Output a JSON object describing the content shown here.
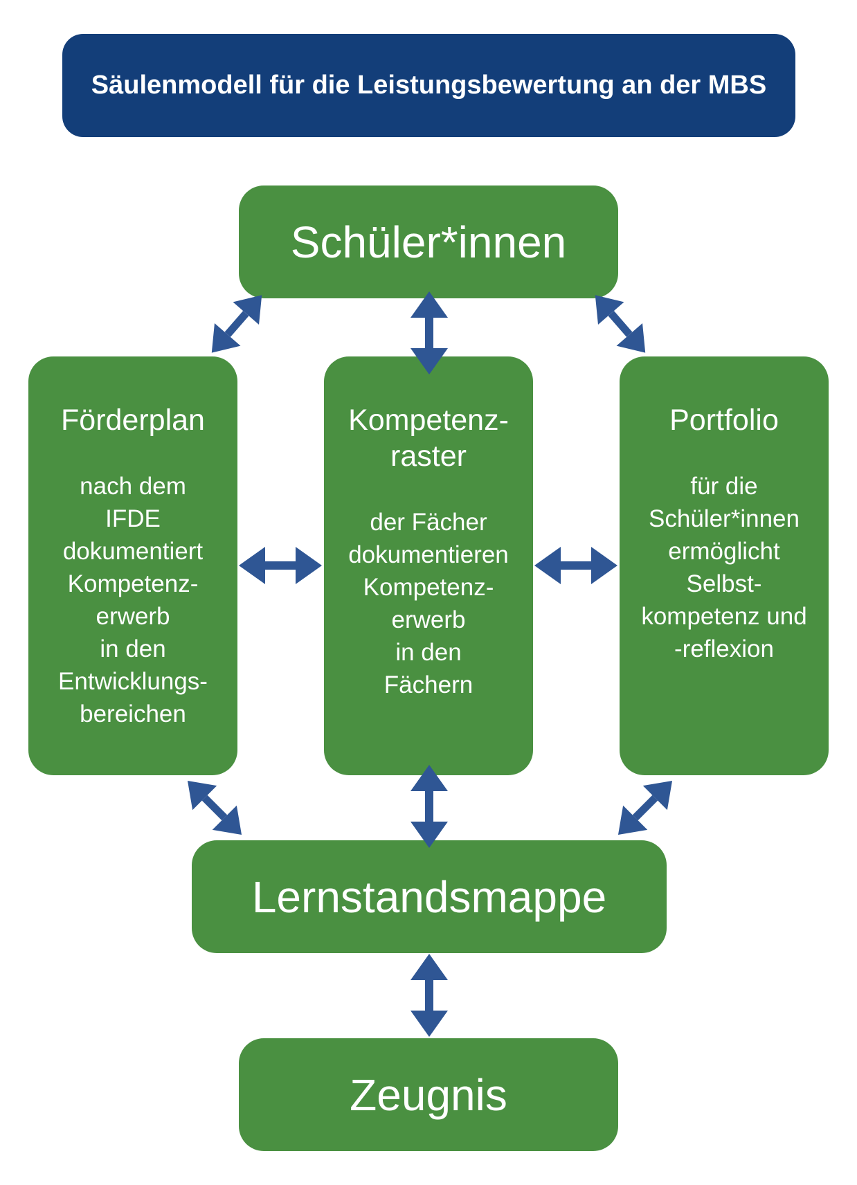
{
  "title": "Säulenmodell für die Leistungsbewertung an der MBS",
  "nodes": {
    "students": "Schüler*innen",
    "learning_folder": "Lernstandsmappe",
    "report": "Zeugnis"
  },
  "columns": [
    {
      "title": "Förderplan",
      "body": "nach dem\nIFDE\ndokumentiert\nKompetenz-\nerwerb\nin den\nEntwicklungs-\nbereichen"
    },
    {
      "title": "Kompetenz-\nraster",
      "body": "der Fächer\ndokumentieren\nKompetenz-\nerwerb\nin den\nFächern"
    },
    {
      "title": "Portfolio",
      "body": "für die\nSchüler*innen\nermöglicht\nSelbst-\nkompetenz und\n-reflexion"
    }
  ],
  "colors": {
    "banner": "#133e79",
    "box": "#4a9041",
    "arrow": "#2f5694"
  },
  "icons": [
    "double-arrow-icon"
  ]
}
